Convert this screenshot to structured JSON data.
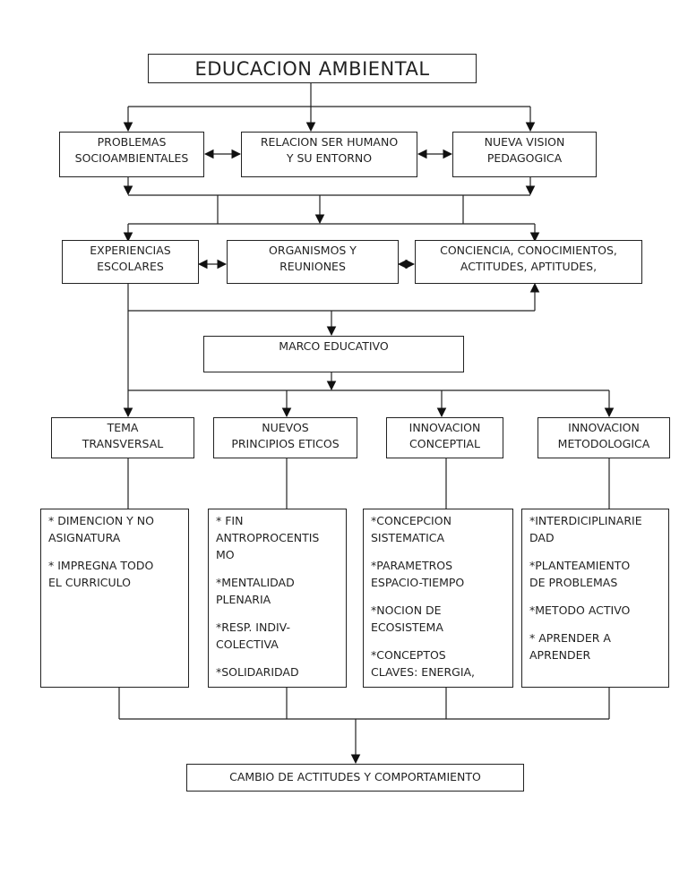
{
  "title": "EDUCACION  AMBIENTAL",
  "row1": [
    "PROBLEMAS\nSOCIOAMBIENTALES",
    "RELACION SER HUMANO\nY SU ENTORNO",
    "NUEVA VISION\nPEDAGOGICA"
  ],
  "row2": [
    "EXPERIENCIAS\nESCOLARES",
    "ORGANISMOS Y\nREUNIONES",
    "CONCIENCIA, CONOCIMIENTOS,\nACTITUDES, APTITUDES,"
  ],
  "marco": "MARCO EDUCATIVO",
  "row4": [
    "TEMA\nTRANSVERSAL",
    "NUEVOS\nPRINCIPIOS ETICOS",
    "INNOVACION\nCONCEPTIAL",
    "INNOVACION\nMETODOLOGICA"
  ],
  "lists": [
    [
      "* DIMENCION Y NO\nASIGNATURA",
      "* IMPREGNA TODO\nEL CURRICULO"
    ],
    [
      "* FIN\nANTROPROCENTIS\nMO",
      "*MENTALIDAD\nPLENARIA",
      "*RESP. INDIV-\nCOLECTIVA",
      "*SOLIDARIDAD"
    ],
    [
      "*CONCEPCION\nSISTEMATICA",
      "*PARAMETROS\nESPACIO-TIEMPO",
      "*NOCION DE\nECOSISTEMA",
      "*CONCEPTOS\nCLAVES: ENERGIA,"
    ],
    [
      "*INTERDICIPLINARIE\nDAD",
      "*PLANTEAMIENTO\nDE PROBLEMAS",
      "*METODO ACTIVO",
      "* APRENDER A\nAPRENDER"
    ]
  ],
  "result": "CAMBIO DE ACTITUDES Y COMPORTAMIENTO"
}
